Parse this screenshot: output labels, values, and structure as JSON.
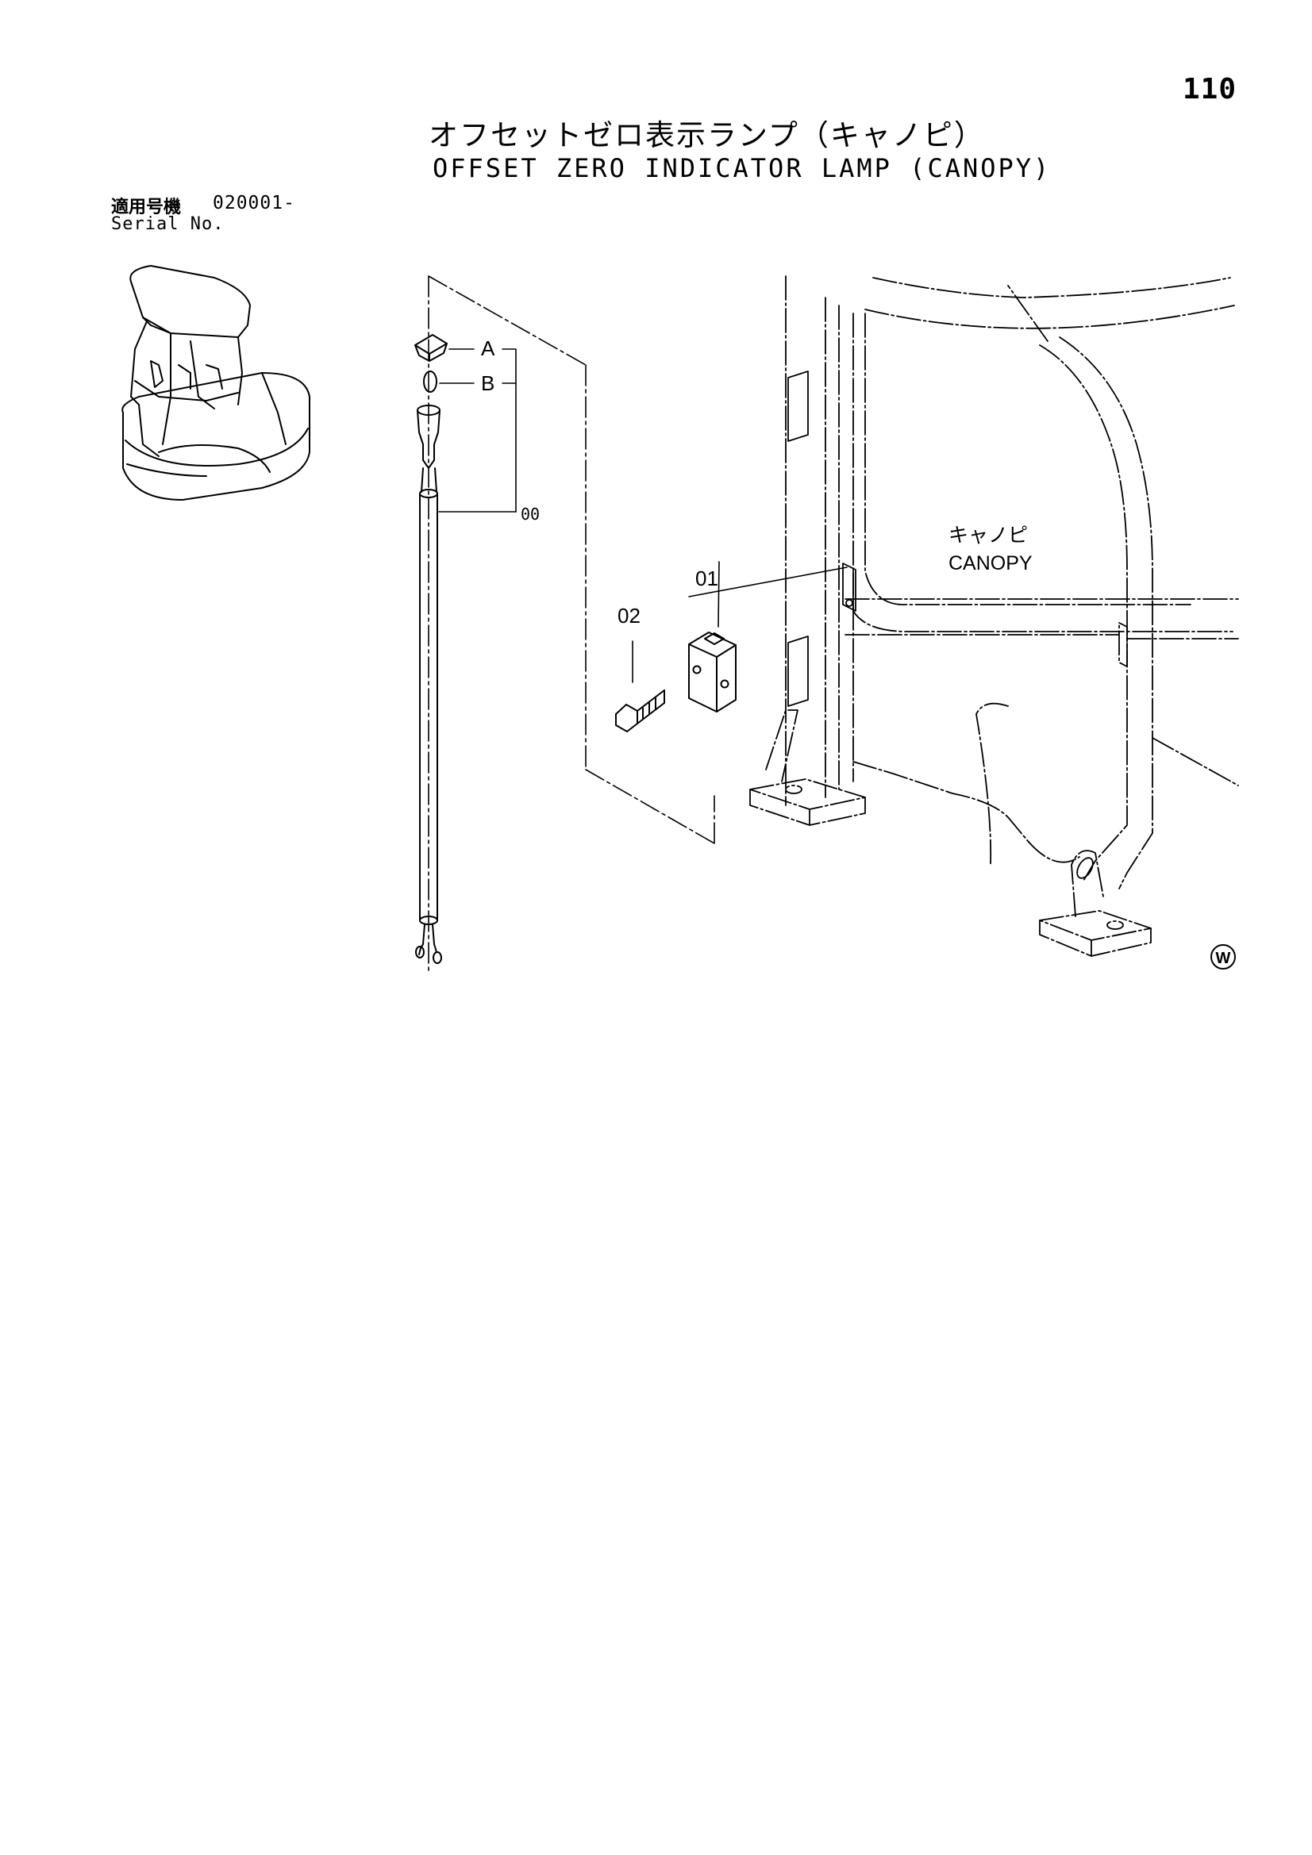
{
  "page": {
    "number": "110"
  },
  "title": {
    "japanese": "オフセットゼロ表示ランプ（キャノピ）",
    "english": "OFFSET ZERO INDICATOR LAMP (CANOPY)"
  },
  "serial": {
    "label_jp": "適用号機",
    "range": "020001-",
    "label_en": "Serial No."
  },
  "callouts": {
    "a": "A",
    "b": "B",
    "assembly": "00",
    "bracket": "01",
    "bolt": "02"
  },
  "canopy_label": {
    "japanese": "キャノピ",
    "english": "CANOPY"
  },
  "mark": "W"
}
